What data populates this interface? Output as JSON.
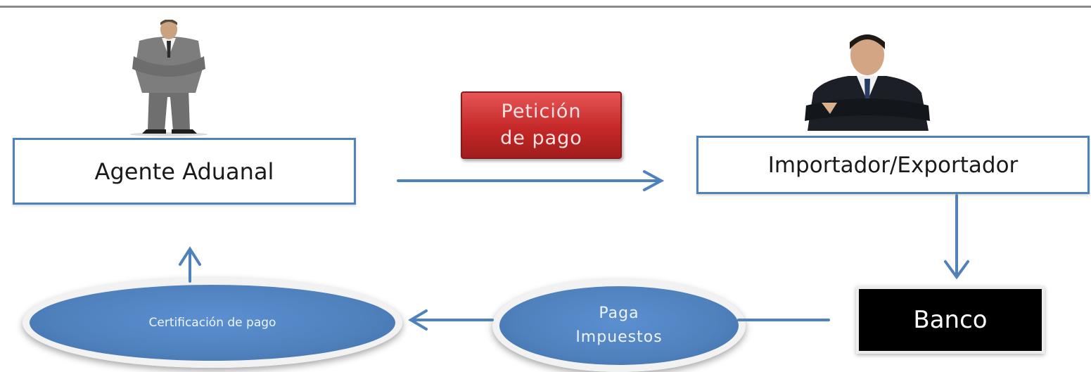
{
  "diagram": {
    "nodes": {
      "agent": "Agente Aduanal",
      "importer": "Importador/Exportador",
      "bank": "Banco",
      "request_line1": "Petición",
      "request_line2": "de pago",
      "taxes_line1": "Paga",
      "taxes_line2": "Impuestos",
      "certification": "Certificación de pago"
    },
    "edges": [
      {
        "from": "agent",
        "to": "importer",
        "label": "Petición de pago"
      },
      {
        "from": "importer",
        "to": "bank"
      },
      {
        "from": "bank",
        "to": "taxes"
      },
      {
        "from": "taxes",
        "to": "certification"
      },
      {
        "from": "certification",
        "to": "agent"
      }
    ],
    "icons": {
      "agent_person": "standing-businessman-icon",
      "importer_person": "businessman-arms-crossed-icon"
    },
    "colors": {
      "accent_blue": "#4f81bd",
      "request_red": "#c62828",
      "bank_black": "#000000"
    }
  }
}
